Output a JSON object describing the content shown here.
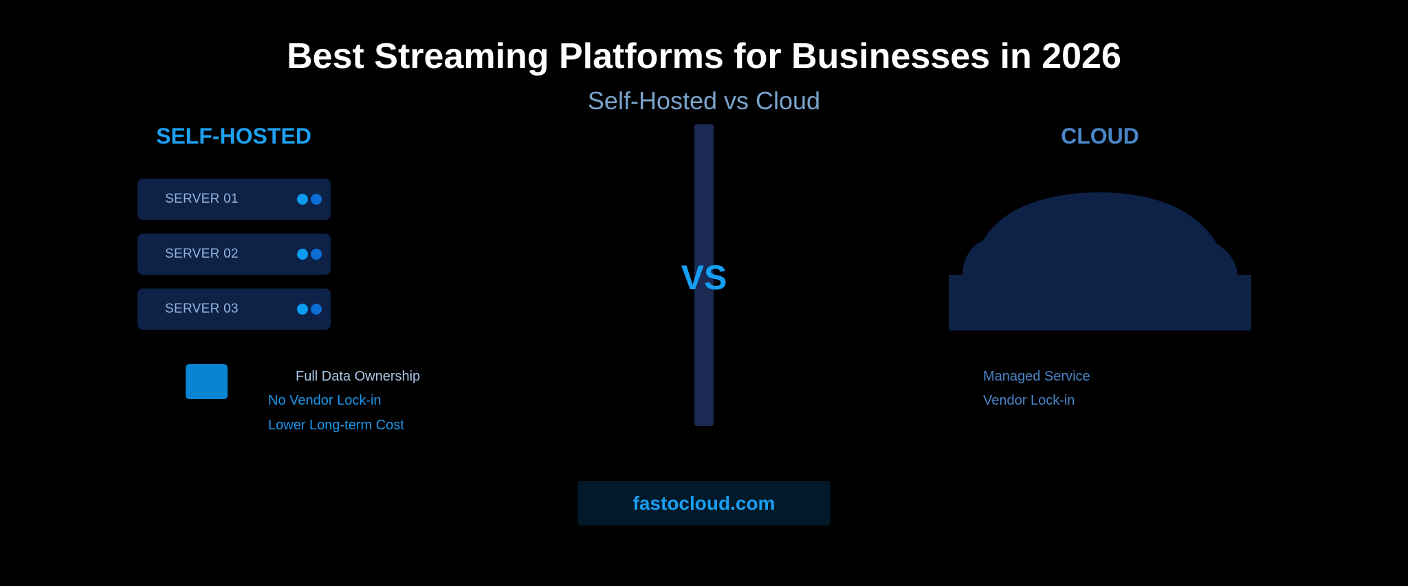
{
  "header": {
    "title": "Best Streaming Platforms for Businesses in 2026",
    "subtitle": "Self-Hosted vs Cloud"
  },
  "self_hosted": {
    "heading": "SELF-HOSTED",
    "servers": [
      {
        "label": "SERVER 01"
      },
      {
        "label": "SERVER 02"
      },
      {
        "label": "SERVER 03"
      }
    ],
    "features": [
      "Full Data Ownership",
      "No Vendor Lock-in",
      "Lower Long-term Cost"
    ]
  },
  "divider": {
    "label": "VS"
  },
  "cloud": {
    "heading": "CLOUD",
    "features": [
      "Managed Service",
      "Vendor Lock-in"
    ]
  },
  "footer": {
    "site": "fastocloud.com"
  },
  "colors": {
    "background": "#000000",
    "accent_blue": "#1ea1f2",
    "cloud_blue": "#4a86c8",
    "panel_navy": "#0e2147",
    "divider": "#1b2a52"
  },
  "icons": {
    "server_status": "status-led-icon",
    "storage": "storage-icon",
    "cloud": "cloud-icon"
  }
}
